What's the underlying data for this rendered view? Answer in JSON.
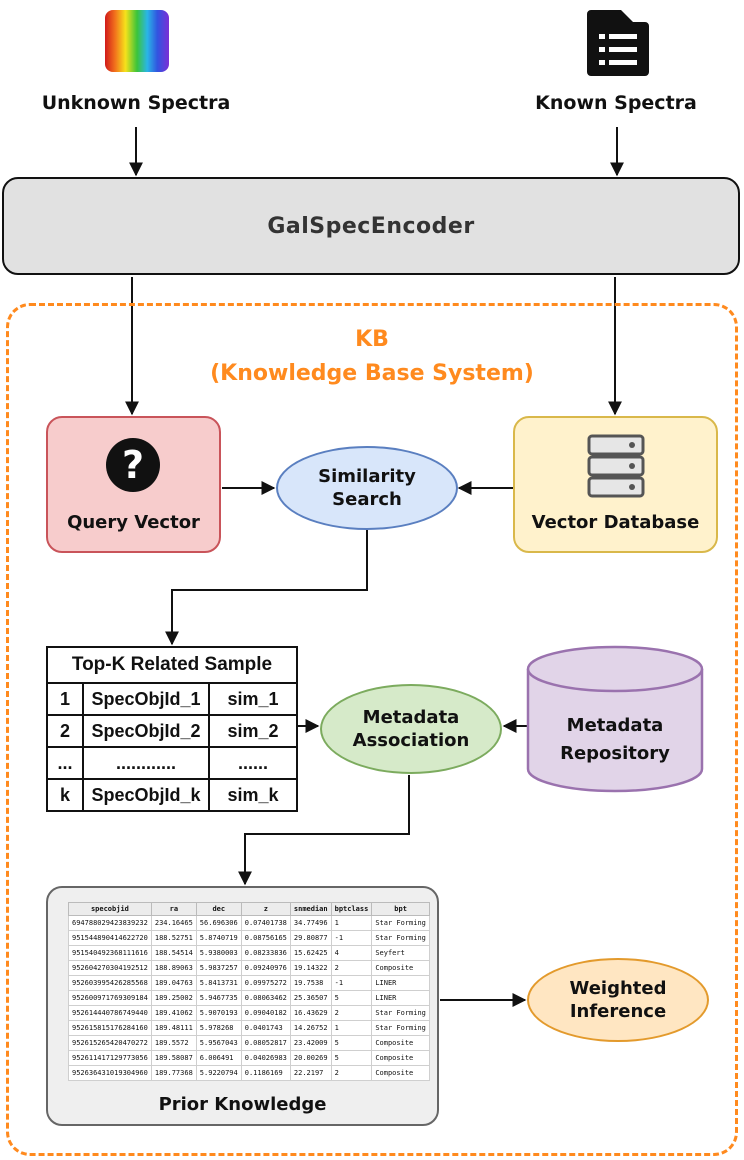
{
  "inputs": {
    "unknown_label": "Unknown Spectra",
    "known_label": "Known Spectra"
  },
  "encoder": {
    "label": "GalSpecEncoder"
  },
  "kb": {
    "title_line1": "KB",
    "title_line2": "(Knowledge Base System)"
  },
  "query_vector": {
    "label": "Query Vector",
    "icon": "question-mark-icon"
  },
  "similarity_search": {
    "line1": "Similarity",
    "line2": "Search"
  },
  "vector_database": {
    "label": "Vector Database",
    "icon": "server-stack-icon"
  },
  "topk_table": {
    "title": "Top-K Related Sample",
    "rows": [
      [
        "1",
        "SpecObjId_1",
        "sim_1"
      ],
      [
        "2",
        "SpecObjId_2",
        "sim_2"
      ],
      [
        "...",
        "............",
        "......"
      ],
      [
        "k",
        "SpecObjId_k",
        "sim_k"
      ]
    ]
  },
  "metadata_association": {
    "line1": "Metadata",
    "line2": "Association"
  },
  "metadata_repository": {
    "line1": "Metadata",
    "line2": "Repository"
  },
  "prior_knowledge": {
    "label": "Prior Knowledge",
    "columns": [
      "specobjid",
      "ra",
      "dec",
      "z",
      "snmedian",
      "bptclass",
      "bpt"
    ],
    "rows": [
      [
        "694788029423839232",
        "234.16465",
        "56.696306",
        "0.07401738",
        "34.77496",
        "1",
        "Star Forming"
      ],
      [
        "951544890414622720",
        "188.52751",
        "5.8740719",
        "0.08756165",
        "29.80877",
        "-1",
        "Star Forming"
      ],
      [
        "951540492368111616",
        "188.54514",
        "5.9380003",
        "0.08233836",
        "15.62425",
        "4",
        "Seyfert"
      ],
      [
        "952604270304192512",
        "188.89063",
        "5.9837257",
        "0.09240976",
        "19.14322",
        "2",
        "Composite"
      ],
      [
        "952603995426285568",
        "189.04763",
        "5.8413731",
        "0.09975272",
        "19.7538",
        "-1",
        "LINER"
      ],
      [
        "952600971769309184",
        "189.25002",
        "5.9467735",
        "0.08063462",
        "25.36507",
        "5",
        "LINER"
      ],
      [
        "952614440786749440",
        "189.41062",
        "5.9070193",
        "0.09040182",
        "16.43629",
        "2",
        "Star Forming"
      ],
      [
        "952615815176284160",
        "189.48111",
        "5.978268",
        "0.0401743",
        "14.26752",
        "1",
        "Star Forming"
      ],
      [
        "952615265420470272",
        "189.5572",
        "5.9567043",
        "0.08052817",
        "23.42009",
        "5",
        "Composite"
      ],
      [
        "952611417129773056",
        "189.58087",
        "6.006491",
        "0.04026983",
        "20.00269",
        "5",
        "Composite"
      ],
      [
        "952636431019304960",
        "189.77368",
        "5.9220794",
        "0.1186169",
        "22.2197",
        "2",
        "Composite"
      ]
    ]
  },
  "weighted_inference": {
    "line1": "Weighted",
    "line2": "Inference"
  },
  "colors": {
    "kb_orange": "#ff8a1e",
    "query_fill": "#f7cccc",
    "query_border": "#c9545a",
    "search_fill": "#d8e6fa",
    "search_border": "#5a7fc0",
    "vector_fill": "#fff2cc",
    "vector_border": "#d9b84a",
    "meta_fill": "#d6eac9",
    "meta_border": "#7cab5e",
    "repo_fill": "#e1d4e8",
    "repo_border": "#9a72ae",
    "inference_fill": "#ffe6c2",
    "inference_border": "#e39a2c",
    "encoder_fill": "#e1e1e1"
  }
}
